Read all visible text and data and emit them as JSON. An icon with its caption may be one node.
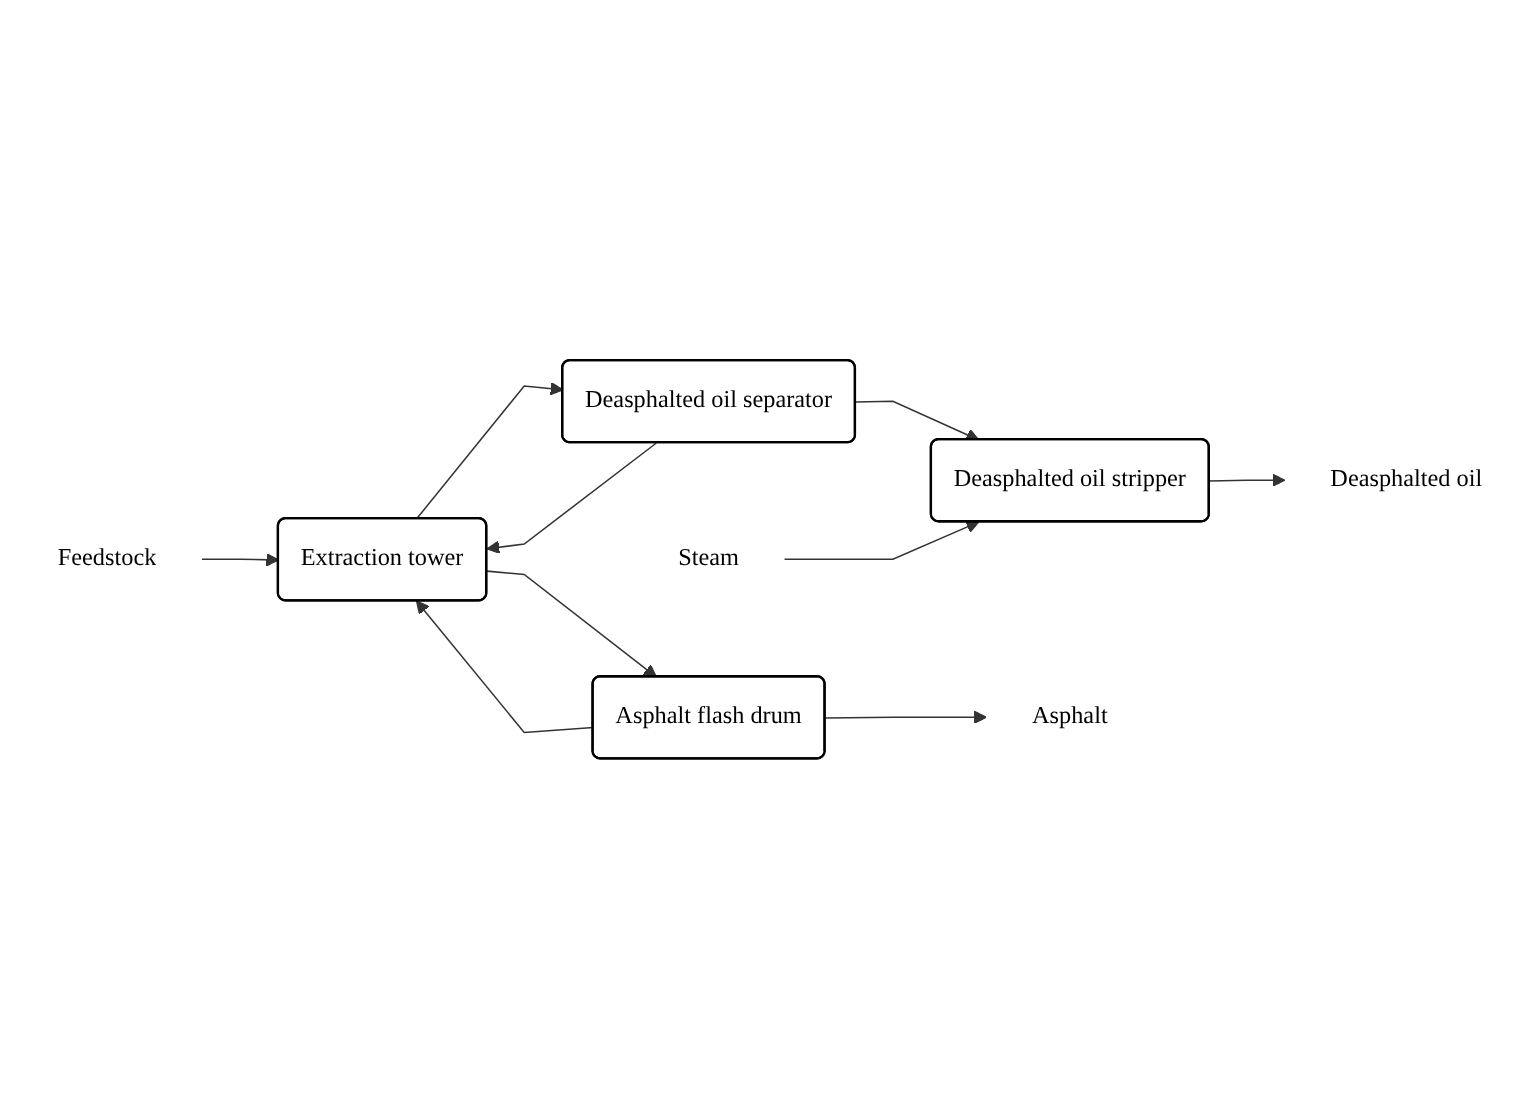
{
  "diagram": {
    "nodes": [
      {
        "text": [
          "Feedstock"
        ]
      },
      {
        "text": [
          "Extraction tower"
        ]
      },
      {
        "text": [
          "Deasphalted oil separator"
        ]
      },
      {
        "text": [
          "Deasphalted oil stripper"
        ]
      },
      {
        "text": [
          "Deasphalted oil"
        ]
      },
      {
        "text": [
          "Steam"
        ]
      },
      {
        "text": [
          "Asphalt flash drum"
        ]
      },
      {
        "text": [
          "Asphalt"
        ]
      }
    ],
    "edges": [
      {
        "from": 0,
        "to": 1,
        "arrow": "to"
      },
      {
        "from": 1,
        "to": 2,
        "arrow": "to"
      },
      {
        "from": 2,
        "to": 1,
        "arrow": "to"
      },
      {
        "from": 2,
        "to": 3,
        "arrow": "to"
      },
      {
        "from": 3,
        "to": 4,
        "arrow": "to"
      },
      {
        "from": 5,
        "to": 3,
        "arrow": "to"
      },
      {
        "from": 6,
        "to": 1,
        "arrow": "to"
      },
      {
        "from": 1,
        "to": 6,
        "arrow": "to"
      },
      {
        "from": 6,
        "to": 7,
        "arrow": "to"
      }
    ]
  }
}
